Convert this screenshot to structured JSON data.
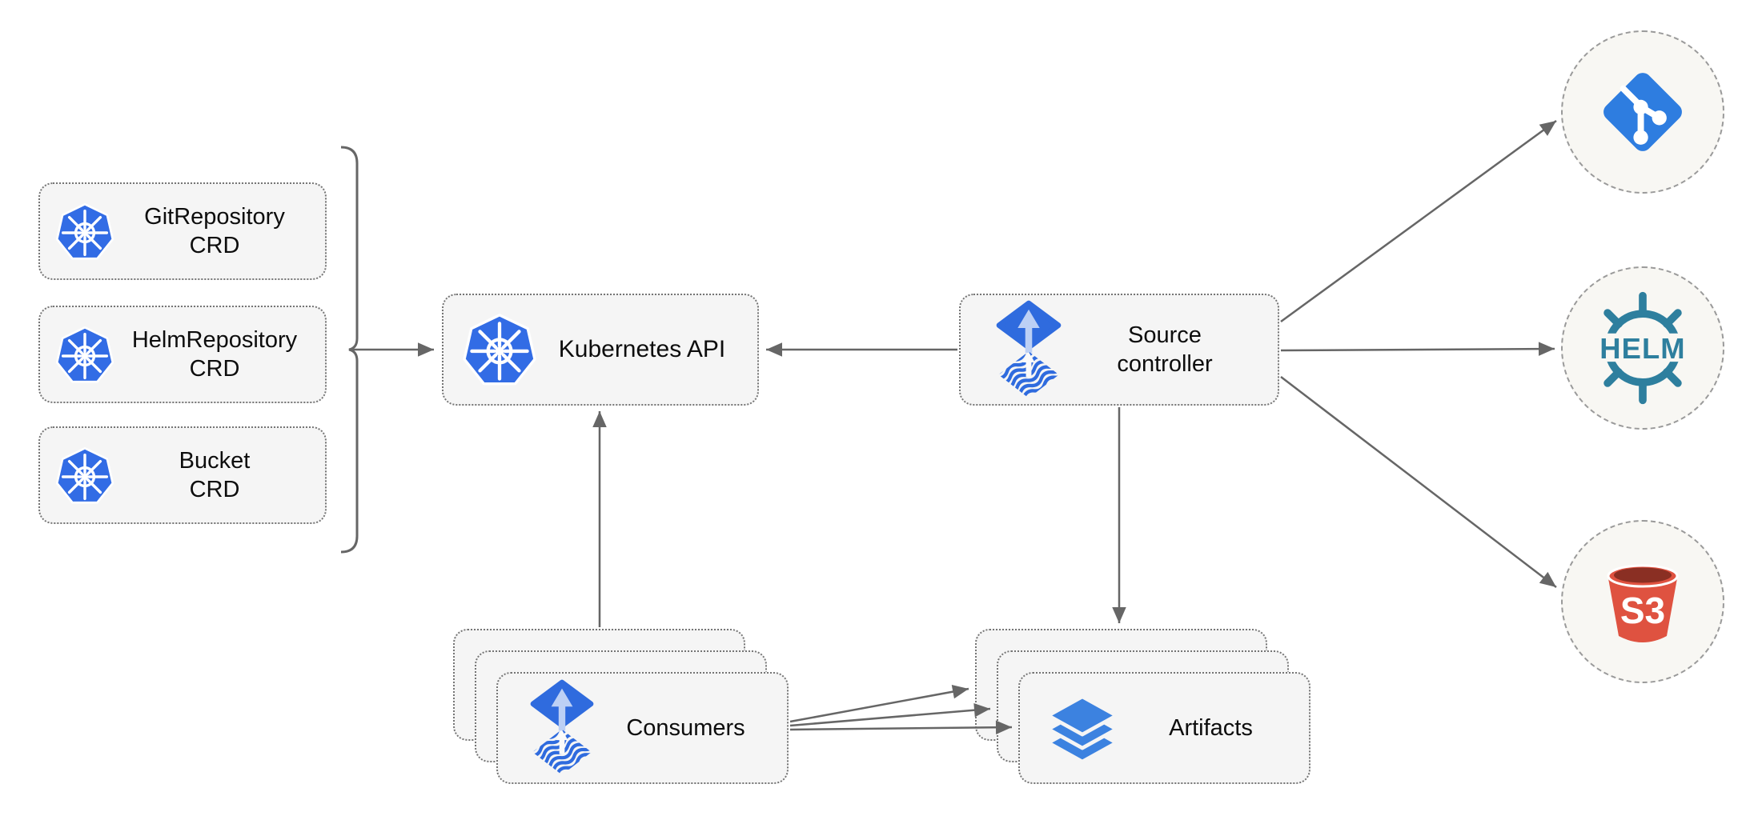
{
  "diagram": {
    "nodes": {
      "crd_git": {
        "line1": "GitRepository",
        "line2": "CRD",
        "icon": "kubernetes-icon"
      },
      "crd_helm": {
        "line1": "HelmRepository",
        "line2": "CRD",
        "icon": "kubernetes-icon"
      },
      "crd_bucket": {
        "line1": "Bucket",
        "line2": "CRD",
        "icon": "kubernetes-icon"
      },
      "kubernetes_api": {
        "label": "Kubernetes API",
        "icon": "kubernetes-icon"
      },
      "source_controller": {
        "line1": "Source",
        "line2": "controller",
        "icon": "flux-icon"
      },
      "consumers": {
        "label": "Consumers",
        "icon": "flux-icon",
        "stack_count": 3
      },
      "artifacts": {
        "label": "Artifacts",
        "icon": "layers-icon",
        "stack_count": 3
      },
      "git_source": {
        "icon": "git-icon"
      },
      "helm_source": {
        "icon": "helm-icon",
        "icon_text": "HELM"
      },
      "s3_source": {
        "icon": "s3-bucket-icon",
        "icon_text": "S3"
      }
    },
    "edges": [
      {
        "from": "crd_group_bracket",
        "to": "kubernetes_api",
        "arrow": "single"
      },
      {
        "from": "source_controller",
        "to": "kubernetes_api",
        "arrow": "single"
      },
      {
        "from": "consumers",
        "to": "kubernetes_api",
        "arrow": "single"
      },
      {
        "from": "source_controller",
        "to": "artifacts",
        "arrow": "single"
      },
      {
        "from": "source_controller",
        "to": "git_source",
        "arrow": "single"
      },
      {
        "from": "source_controller",
        "to": "helm_source",
        "arrow": "single"
      },
      {
        "from": "source_controller",
        "to": "s3_source",
        "arrow": "single"
      },
      {
        "from": "consumers",
        "to": "artifacts",
        "arrow": "triple"
      }
    ],
    "colors": {
      "kubernetes_blue": "#326ce5",
      "flux_blue": "#2f6bde",
      "flux_arrow_light": "#bcd0f5",
      "git_blue": "#2e7de0",
      "helm_teal": "#2e7f9e",
      "s3_red": "#df5240",
      "s3_dark": "#8a2f23",
      "layers_blue": "#3c82e0",
      "connector_gray": "#666666",
      "node_background": "#f5f5f5",
      "circle_background": "#f8f7f3"
    }
  }
}
